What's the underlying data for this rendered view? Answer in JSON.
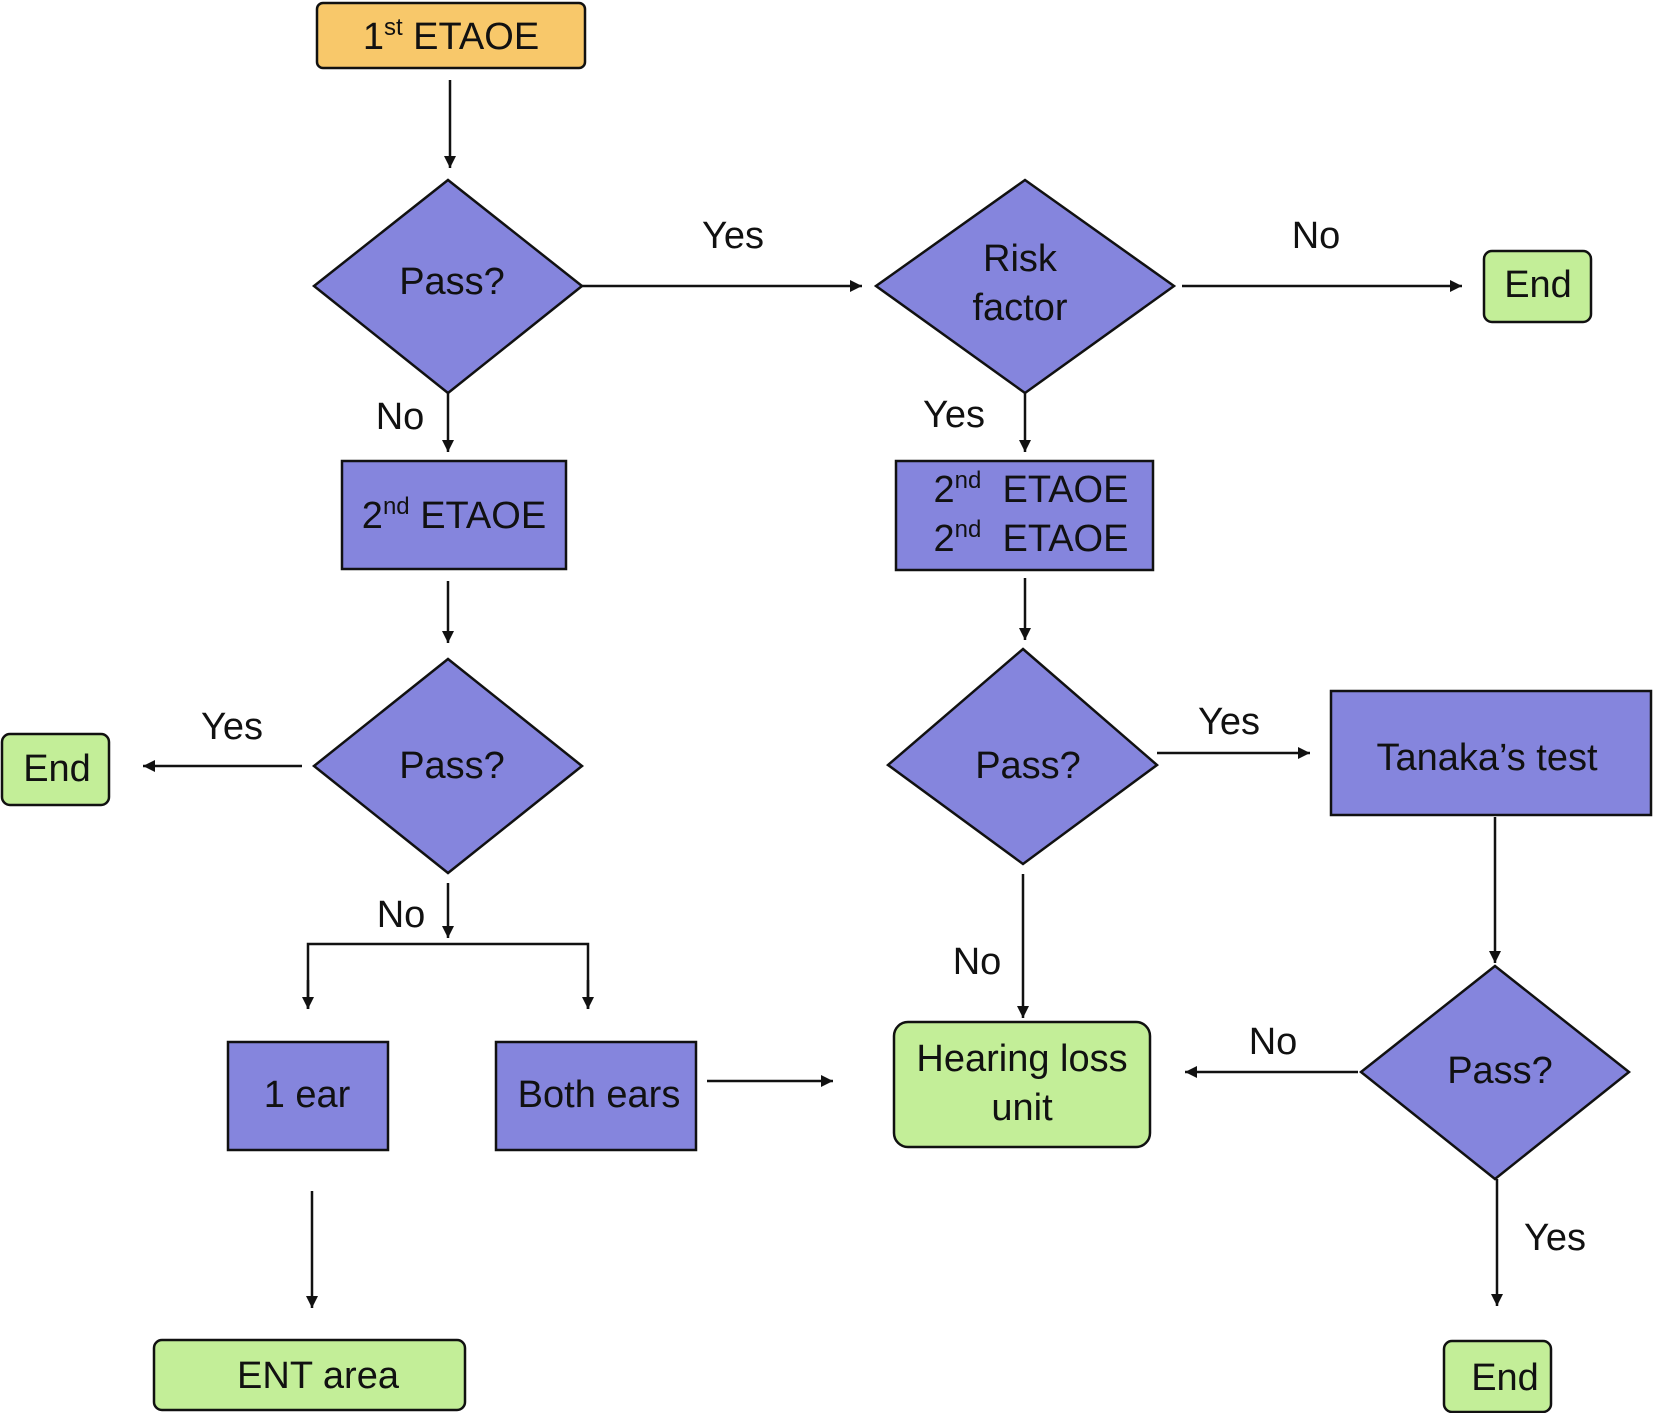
{
  "colors": {
    "start": "#F8C86A",
    "process": "#8585DD",
    "terminal": "#C3EE98",
    "stroke": "#111111"
  },
  "nodes": {
    "start": {
      "base": "1",
      "sup": "st",
      "rest": " ETAOE"
    },
    "pass1": "Pass?",
    "risk_factor": [
      "Risk",
      "factor"
    ],
    "end_top": "End",
    "second_etaoe_left": {
      "base": "2",
      "sup": "nd",
      "rest": " ETAOE"
    },
    "second_etaoe_right": [
      {
        "base": "2",
        "sup": "nd",
        "rest": "  ETAOE"
      },
      {
        "base": "2",
        "sup": "nd",
        "rest": "  ETAOE"
      }
    ],
    "pass2": "Pass?",
    "end_left": "End",
    "pass3": "Pass?",
    "tanaka": "Tanaka’s test",
    "one_ear": "1 ear",
    "both_ears": "Both ears",
    "hearing_loss": [
      "Hearing loss",
      "unit"
    ],
    "pass4": "Pass?",
    "ent_area": "ENT area",
    "end_bottom": "End"
  },
  "edge_labels": {
    "pass1_yes": "Yes",
    "risk_no": "No",
    "pass1_no": "No",
    "risk_yes": "Yes",
    "pass2_yes": "Yes",
    "pass3_yes": "Yes",
    "pass2_no": "No",
    "pass3_no": "No",
    "pass4_no": "No",
    "pass4_yes": "Yes"
  }
}
